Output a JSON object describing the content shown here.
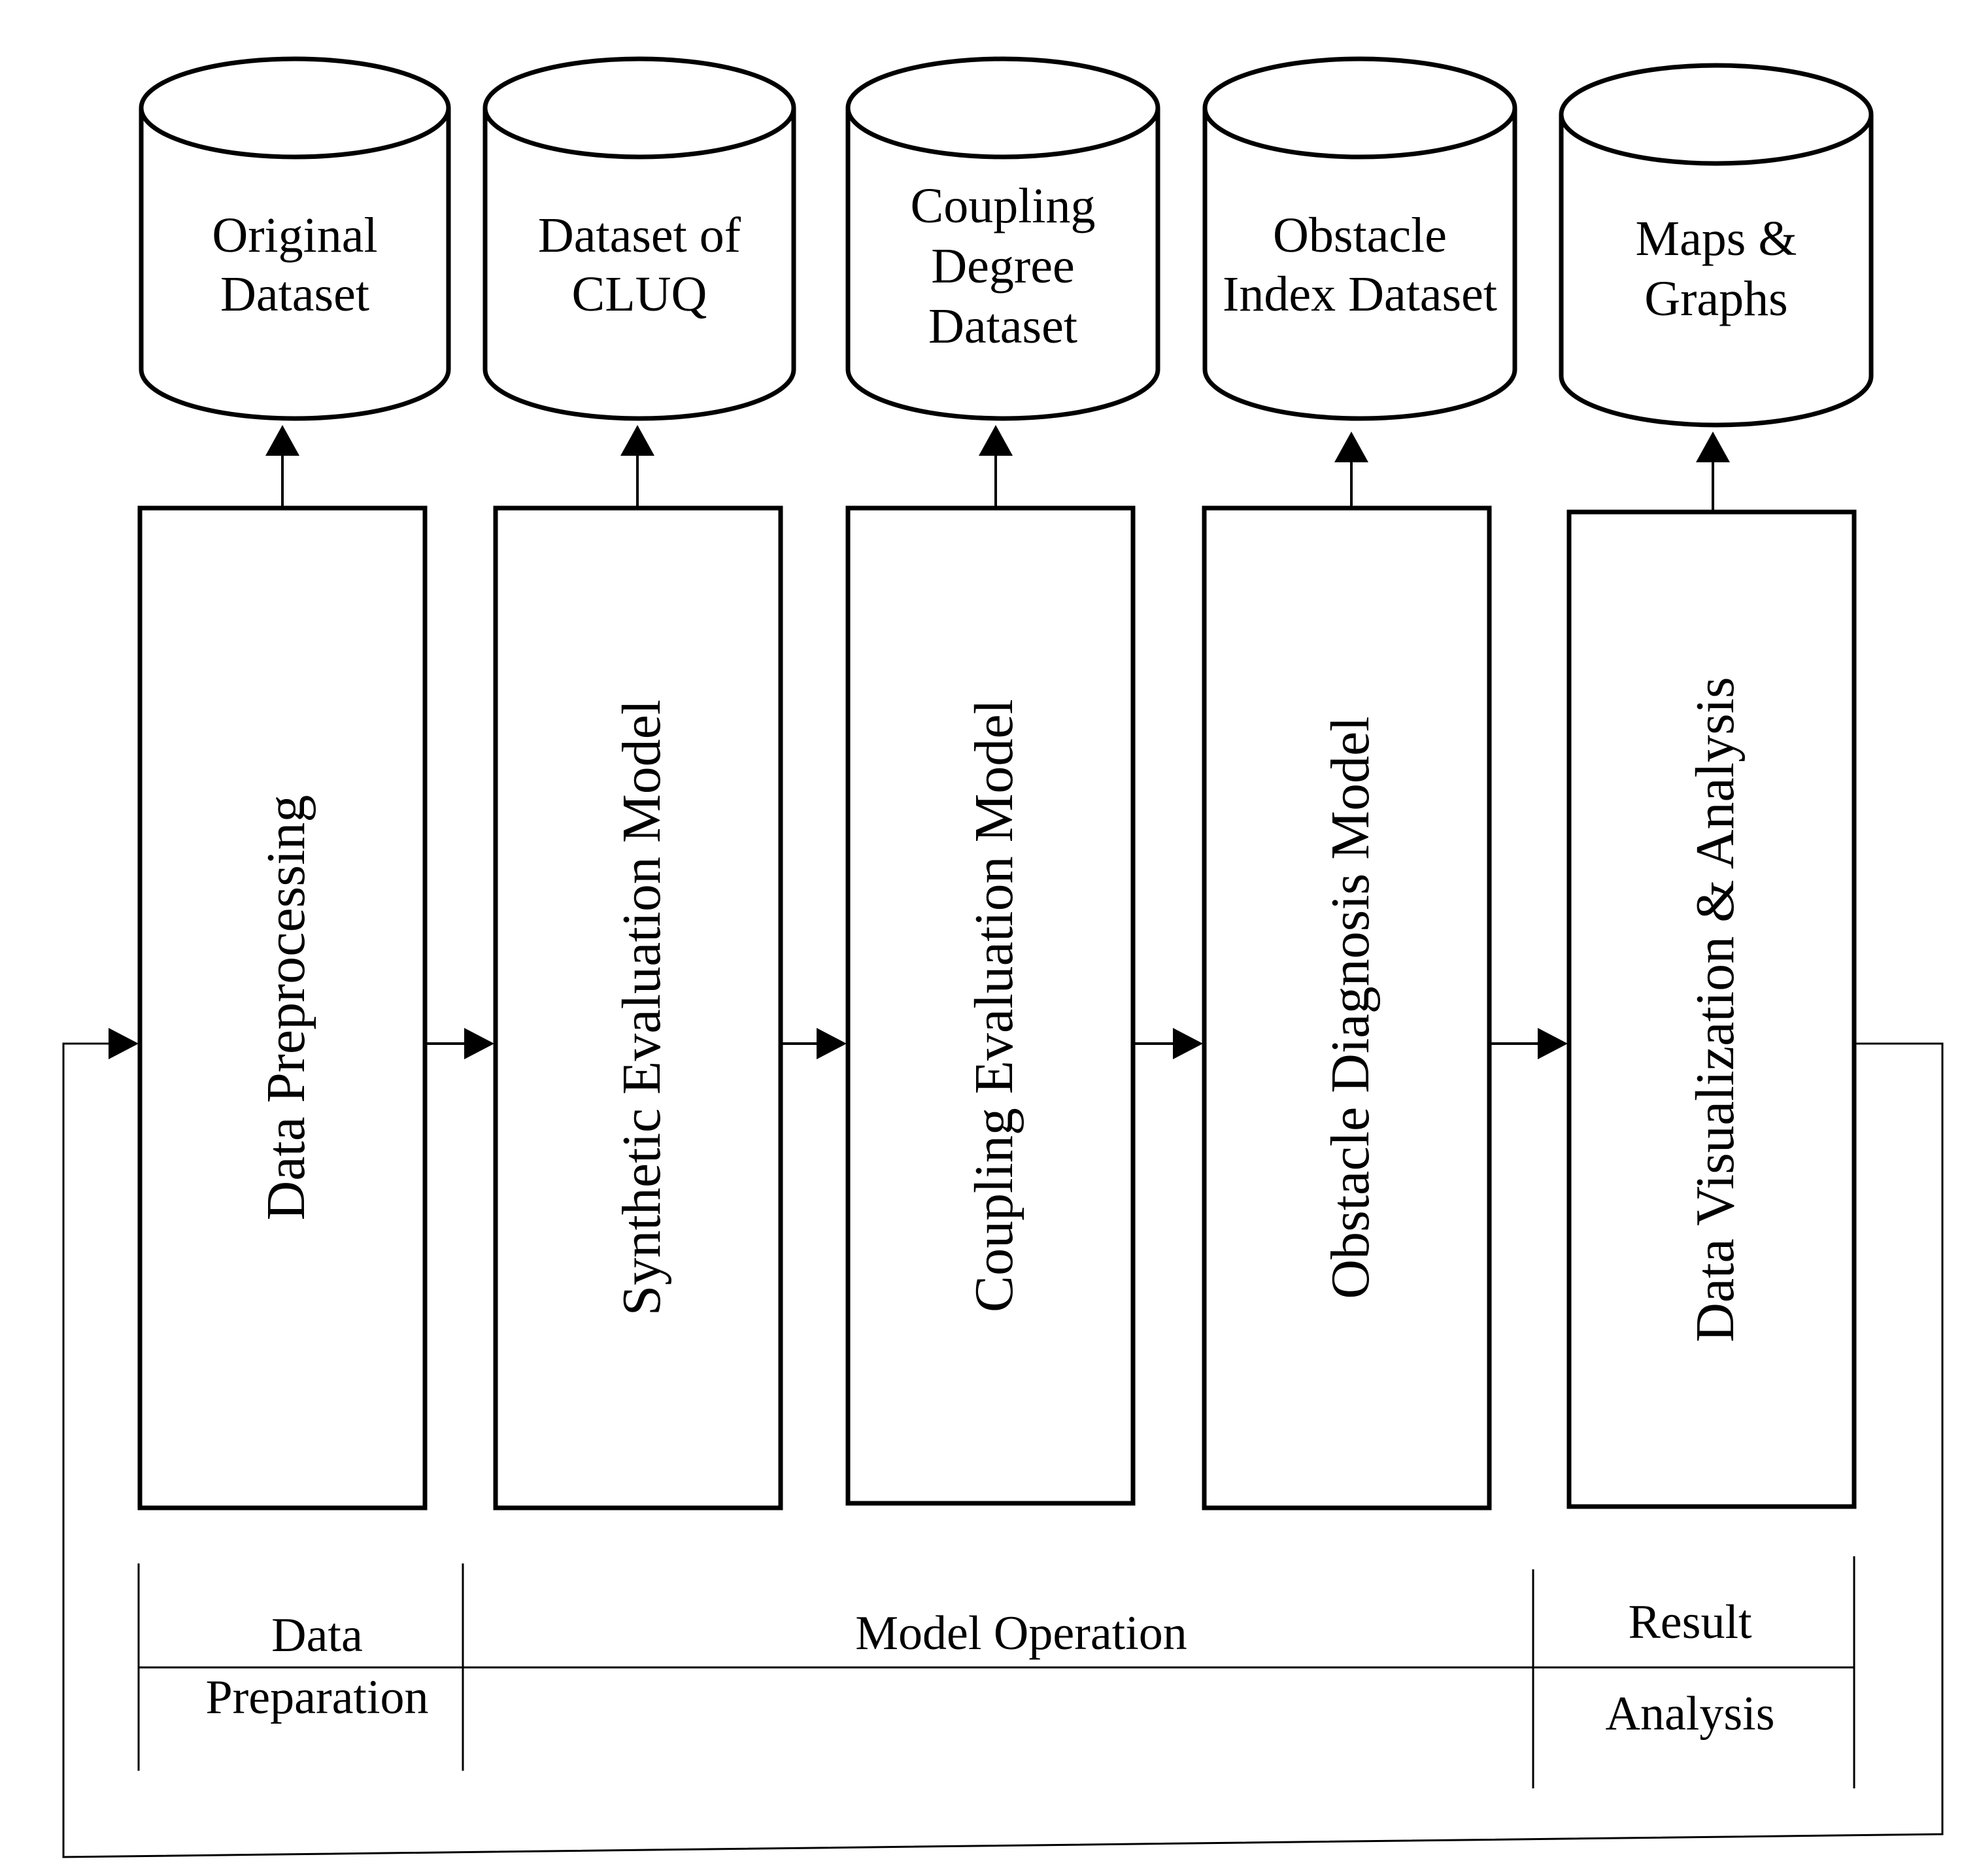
{
  "databases": [
    {
      "lines": [
        "Original",
        "Dataset"
      ]
    },
    {
      "lines": [
        "Dataset of",
        "CLUQ"
      ]
    },
    {
      "lines": [
        "Coupling",
        "Degree",
        "Dataset"
      ]
    },
    {
      "lines": [
        "Obstacle",
        "Index Dataset"
      ]
    },
    {
      "lines": [
        "Maps &",
        "Graphs"
      ]
    }
  ],
  "steps": [
    {
      "label": "Data Preprocessing"
    },
    {
      "label": "Synthetic Evaluation Model"
    },
    {
      "label": "Coupling Evaluation Model"
    },
    {
      "label": "Obstacle Diagnosis Model"
    },
    {
      "label": "Data Visualization & Analysis"
    }
  ],
  "phases": {
    "data_preparation": {
      "line1": "Data",
      "line2": "Preparation"
    },
    "model_operation": {
      "label": "Model Operation"
    },
    "result_analysis": {
      "line1": "Result",
      "line2": "Analysis"
    }
  }
}
